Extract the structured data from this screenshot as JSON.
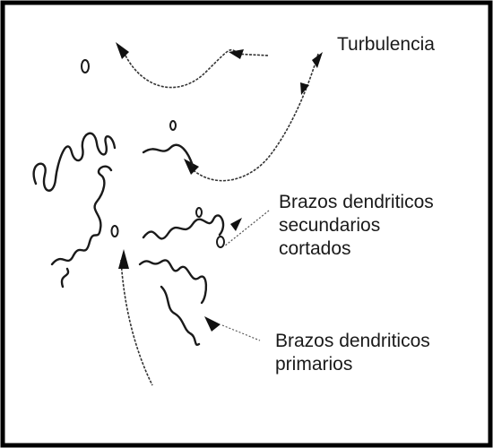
{
  "diagram": {
    "labels": {
      "turbulence": "Turbulencia",
      "secondary": [
        "Brazos dendriticos",
        "secundarios",
        "cortados"
      ],
      "primary": [
        "Brazos dendriticos",
        "primarios"
      ]
    },
    "colors": {
      "stroke": "#1a1a1a",
      "background": "#ffffff",
      "frame": "#000000"
    }
  }
}
